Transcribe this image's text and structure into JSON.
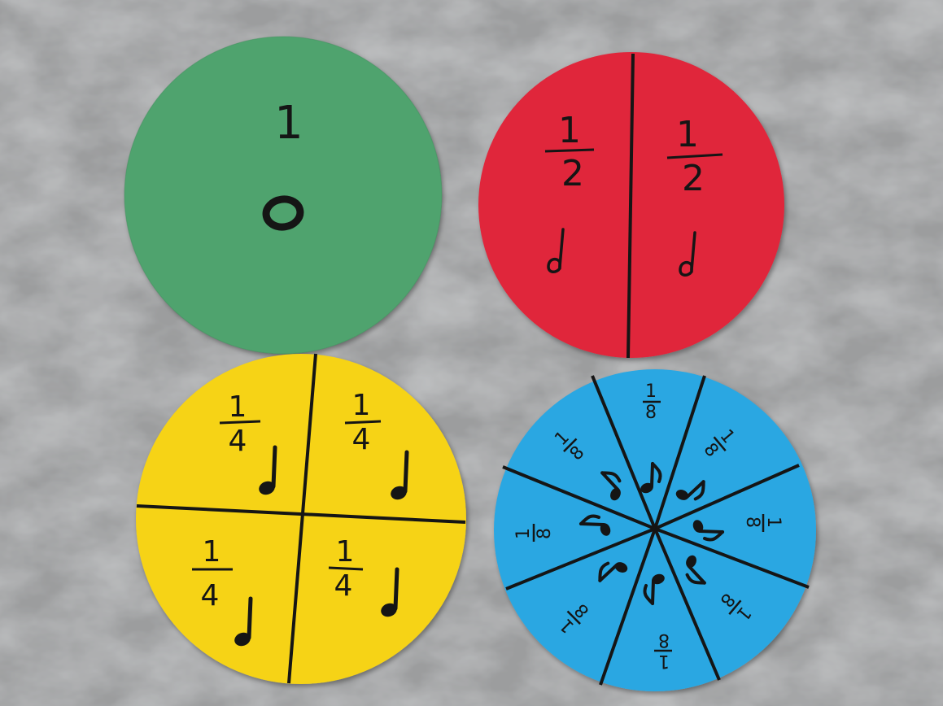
{
  "colors": {
    "floor": "#9c9d9e",
    "green": "#4fa36e",
    "red": "#e0263b",
    "yellow": "#f6d313",
    "blue": "#2aa7e2",
    "ink": "#151515"
  },
  "icons": {
    "whole_note": "whole-note-icon",
    "half_note": "half-note-icon",
    "quarter_note": "quarter-note-icon",
    "eighth_note": "eighth-note-icon"
  },
  "circles": {
    "whole": {
      "numerator": "1",
      "pieces": 1
    },
    "half": {
      "numerator": "1",
      "denominator": "2",
      "pieces": 2
    },
    "quarter": {
      "numerator": "1",
      "denominator": "4",
      "pieces": 4
    },
    "eighth": {
      "numerator": "1",
      "denominator": "8",
      "pieces": 8
    }
  }
}
